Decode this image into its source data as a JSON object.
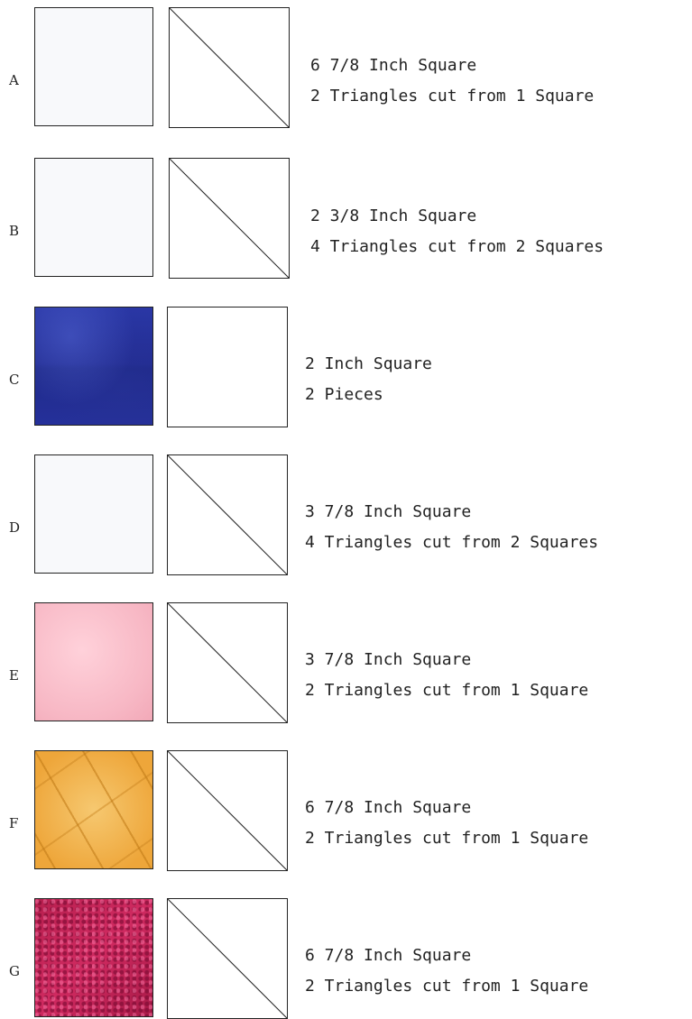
{
  "rows": [
    {
      "letter": "A",
      "fabric": "white",
      "cut_diagonal": true,
      "size": "6 7/8 Inch Square",
      "pieces": "2 Triangles cut from 1 Square"
    },
    {
      "letter": "B",
      "fabric": "white",
      "cut_diagonal": true,
      "size": "2 3/8 Inch Square",
      "pieces": "4 Triangles cut from 2 Squares"
    },
    {
      "letter": "C",
      "fabric": "navy",
      "cut_diagonal": false,
      "size": "2 Inch Square",
      "pieces": "2 Pieces"
    },
    {
      "letter": "D",
      "fabric": "white",
      "cut_diagonal": true,
      "size": "3 7/8 Inch Square",
      "pieces": "4 Triangles cut from 2 Squares"
    },
    {
      "letter": "E",
      "fabric": "pink",
      "cut_diagonal": true,
      "size": "3 7/8 Inch Square",
      "pieces": "2 Triangles cut from 1 Square"
    },
    {
      "letter": "F",
      "fabric": "gold",
      "cut_diagonal": true,
      "size": "6 7/8 Inch Square",
      "pieces": "2 Triangles cut from 1 Square"
    },
    {
      "letter": "G",
      "fabric": "magenta",
      "cut_diagonal": true,
      "size": "6 7/8 Inch Square",
      "pieces": "2 Triangles cut from 1 Square"
    }
  ]
}
